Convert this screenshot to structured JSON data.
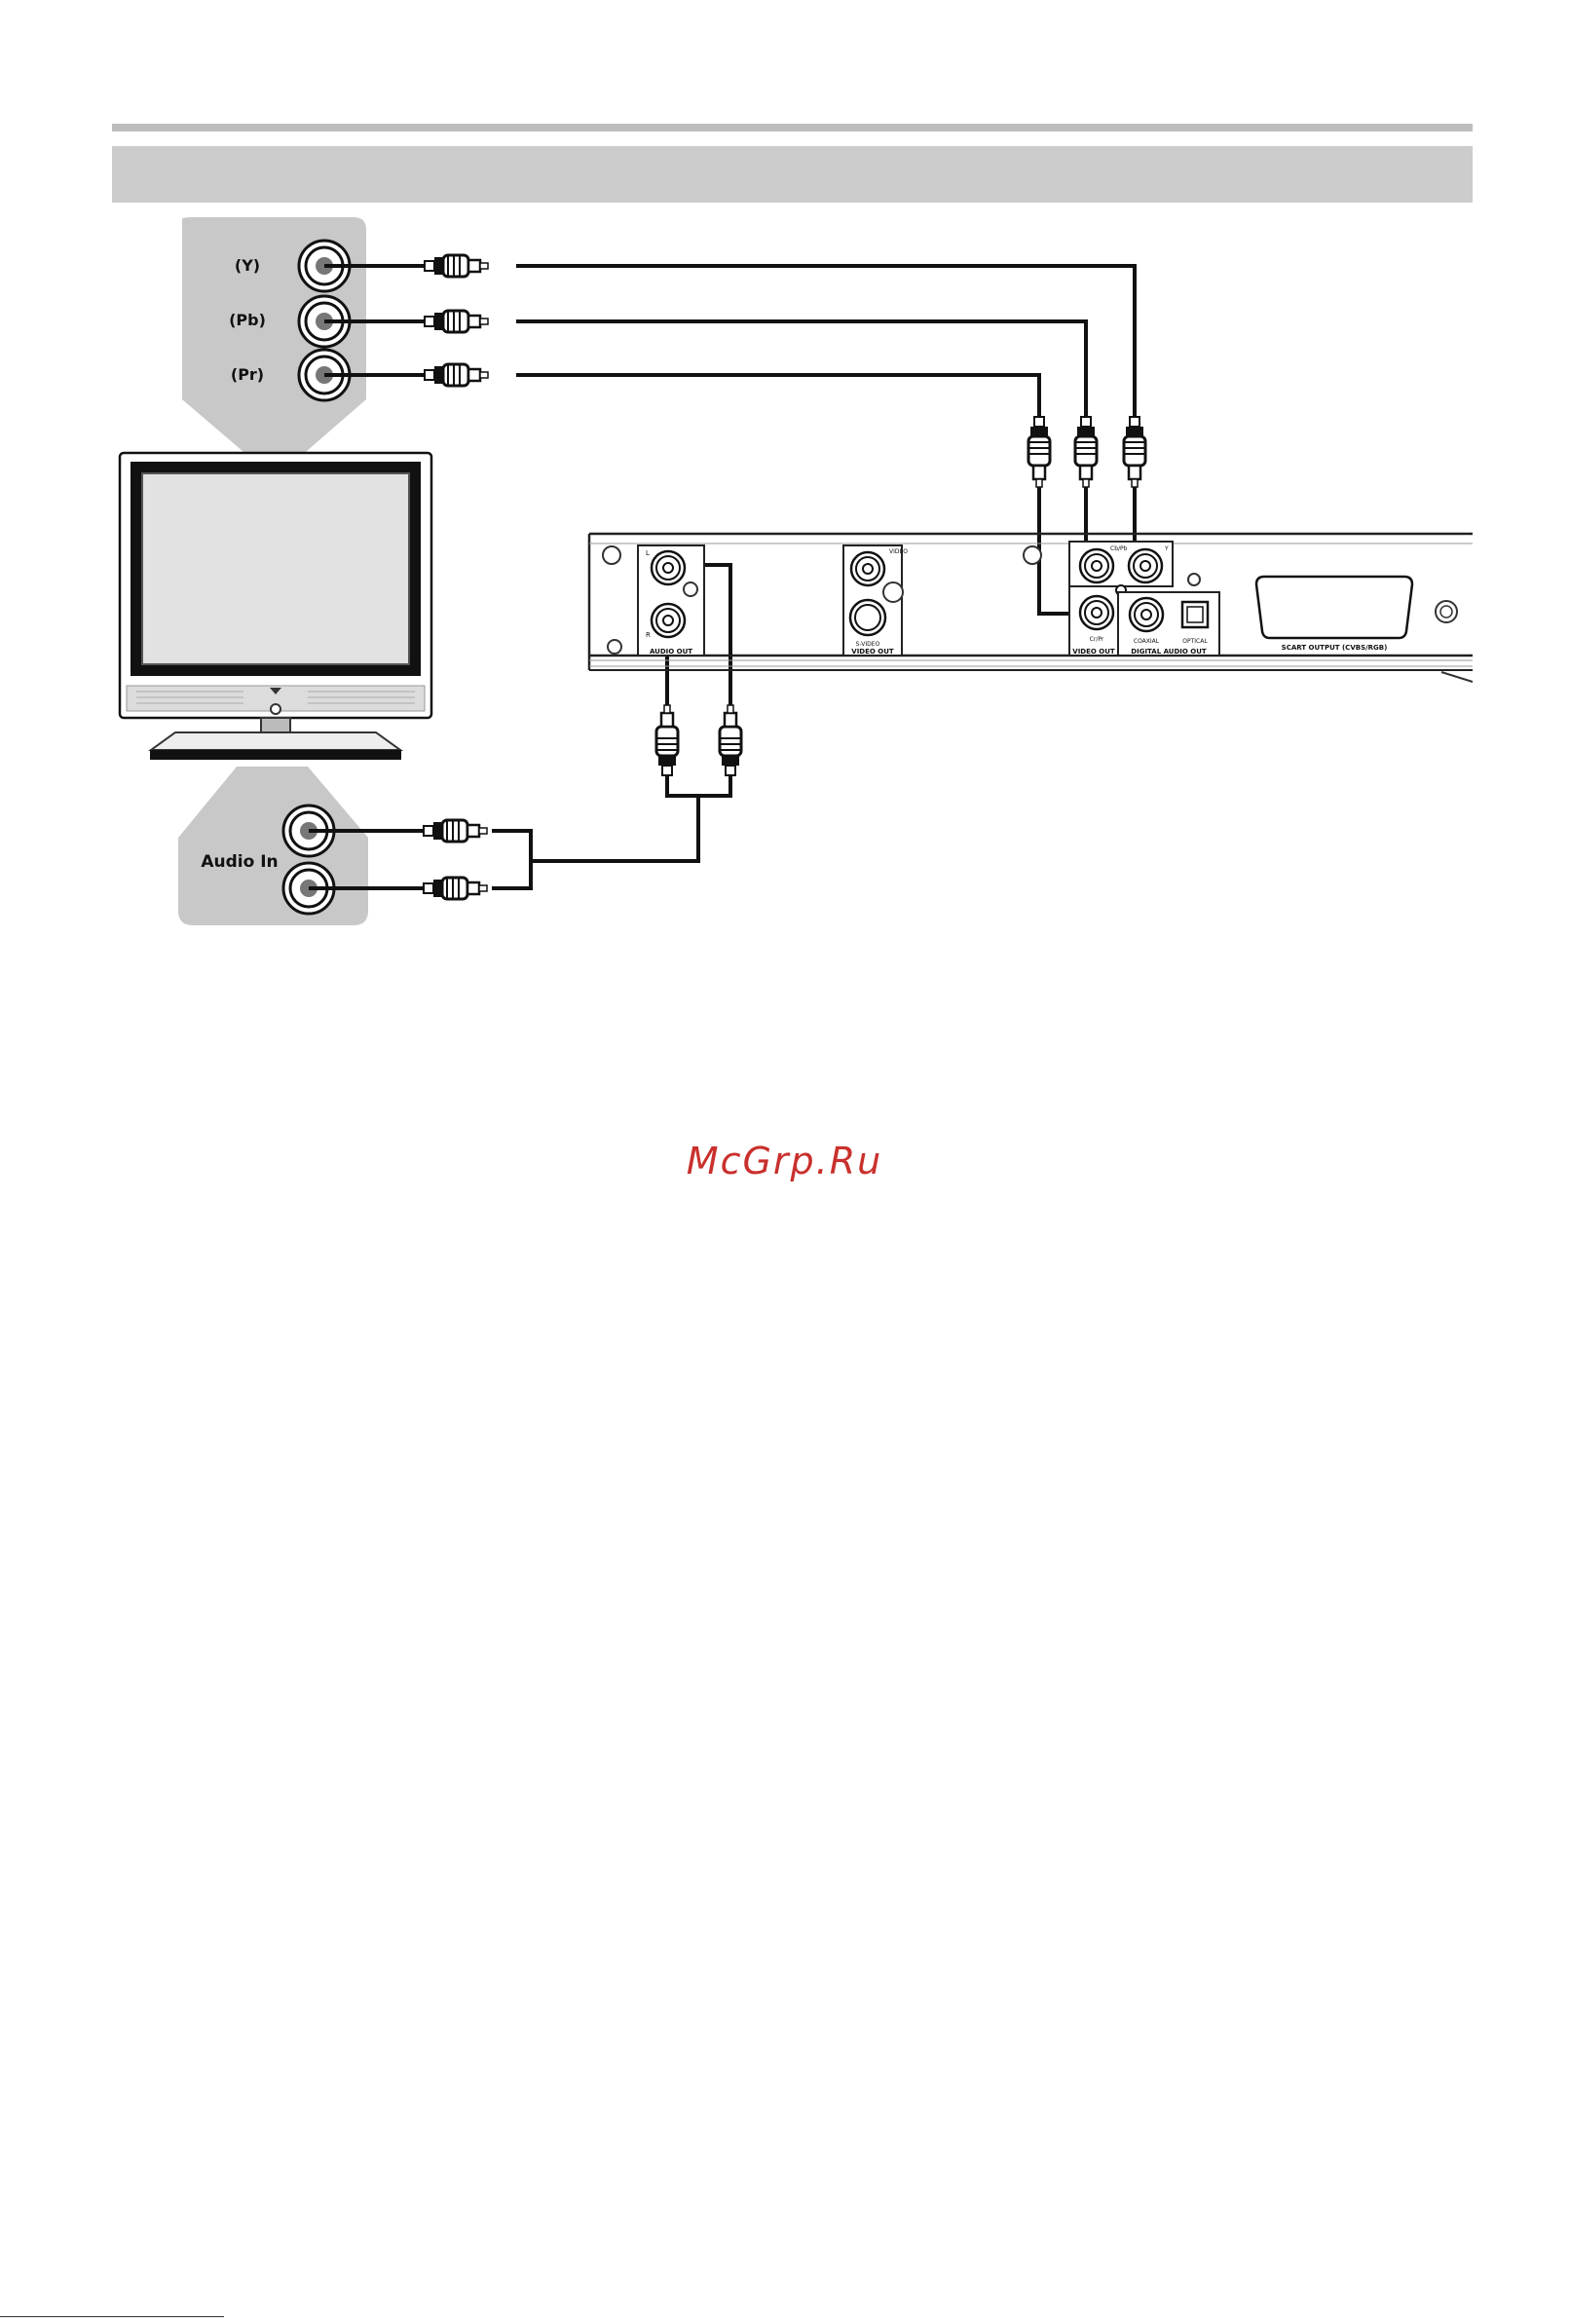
{
  "diagram": {
    "tv_video_jacks": [
      {
        "label": "(Y)"
      },
      {
        "label": "(Pb)"
      },
      {
        "label": "(Pr)"
      }
    ],
    "tv_audio_label": "Audio In",
    "player_labels": {
      "audio_out": "AUDIO OUT",
      "audio_l": "L",
      "audio_r": "R",
      "video": "VIDEO",
      "svideo": "S-VIDEO",
      "video_out_left": "VIDEO OUT",
      "cb_pb": "Cb/Pb",
      "y": "Y",
      "cr_pr": "Cr/Pr",
      "video_out_right": "VIDEO OUT",
      "coaxial": "COAXIAL",
      "optical": "OPTICAL",
      "digital_audio_out": "DIGITAL AUDIO OUT",
      "scart_output": "SCART OUTPUT (CVBS/RGB)"
    }
  },
  "watermark": "McGrp.Ru",
  "colors": {
    "header_bar": "#cccccc",
    "top_rule": "#bdbdbd",
    "callout_panel": "#c8c8c8",
    "jack_center": "#777777",
    "cable": "#111111",
    "watermark": "#c9302c"
  }
}
